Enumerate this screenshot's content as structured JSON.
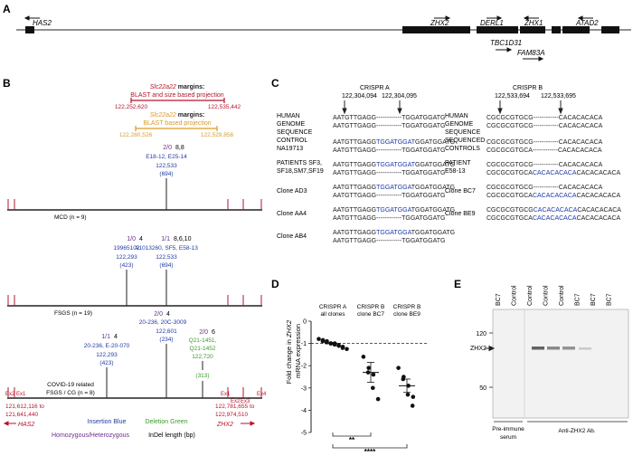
{
  "colors": {
    "red": "#b5152b",
    "orange": "#d99a2b",
    "blue": "#1f3aa6",
    "purple": "#6a2e8f",
    "green": "#3a9a2a",
    "black": "#222222"
  },
  "panelA": {
    "label": "A",
    "genes": [
      "HAS2",
      "ZHX2",
      "DERL1",
      "ZHX1",
      "ATAD2",
      "TBC1D31",
      "FAM83A"
    ]
  },
  "panelB": {
    "label": "B",
    "red_margin_name": "Slc22a22",
    "red_margin_word": " margins:",
    "red_margin_method": "BLAST and size based projection",
    "red_left": "122,252,620",
    "red_right": "122,535,442",
    "orange_margin_name": "Slc22a22",
    "orange_margin_word": " margins:",
    "orange_margin_method": "BLAST based projection",
    "orange_left": "122,280,526",
    "orange_right": "122,529,856",
    "mcd": {
      "label": "MCD (n = 9)",
      "zyg": "2/0",
      "count": "8,8",
      "ids": "E18-12, E25-14",
      "pos": "122,533",
      "len": "(694)"
    },
    "fsgs": {
      "label": "FSGS (n = 19)",
      "m1": {
        "zyg": "1/0",
        "count": "4",
        "ids": "19965102",
        "pos": "122,293",
        "len": "(423)"
      },
      "m2": {
        "zyg": "1/1",
        "count": "8,6,10",
        "ids": "A1013260, SF5, E58-13",
        "pos": "122,533",
        "len": "(694)"
      }
    },
    "covid": {
      "label1": "COVID-19 related",
      "label2": "FSGS / CG (n = 8)",
      "m1": {
        "zyg": "1/1",
        "count": "4",
        "ids": "20-236, E-20-070",
        "pos": "122,293",
        "len": "(423)"
      },
      "m2": {
        "zyg": "2/0",
        "count": "4",
        "ids": "20-236, 20C-3009",
        "pos": "122,601",
        "len": "(234)"
      },
      "m3": {
        "zyg": "2/0",
        "count": "6",
        "ids1": "Q21-1451,",
        "ids2": "Q21-1452",
        "pos": "122,720",
        "len": "(313)"
      },
      "exons_left": [
        "Ex2",
        "Ex1"
      ],
      "exons_right": [
        "Ex1",
        "Ex2",
        "Ex3",
        "Ex4"
      ],
      "coord_ll1": "121,612,116 to",
      "coord_ll2": "121,641,440",
      "coord_rr1": "122,781,655 to",
      "coord_rr2": "122,974,510",
      "gene_left": "HAS2",
      "gene_right": "ZHX2"
    },
    "legend": {
      "insertion": "Insertion Blue",
      "deletion": "Deletion Green",
      "zyg": "Homozygous/Heterozygous",
      "len": "InDel length (bp)"
    }
  },
  "panelC": {
    "label": "C",
    "crisprA": {
      "title": "CRISPR A",
      "pos1": "122,304,094",
      "pos2": "122,304,095",
      "rows": [
        {
          "label": [
            "HUMAN",
            "GENOME",
            "SEQUENCE"
          ],
          "seqs": [
            [
              "AATGTTGAGG",
              "------------",
              "TGGATGGATG"
            ],
            [
              "AATGTTGAGG",
              "------------",
              "TGGATGGATG"
            ]
          ]
        },
        {
          "label": [
            "CONTROL",
            "NA19713"
          ],
          "seqs": [
            [
              "AATGTTGAGG",
              "TGGATGGAT",
              "GGATGGATG"
            ],
            [
              "AATGTTGAGG",
              "------------",
              "TGGATGGATG"
            ]
          ]
        },
        {
          "label": [
            "PATIENTS SF3,",
            "SF18,SM7,SF19"
          ],
          "seqs": [
            [
              "AATGTTGAGG",
              "TGGATGGAT",
              "GGATGGATG"
            ],
            [
              "AATGTTGAGG",
              "------------",
              "TGGATGGATG"
            ]
          ]
        },
        {
          "label": [
            "Clone AD3"
          ],
          "seqs": [
            [
              "AATGTTGAGG",
              "TGGATGGA",
              "TGGATGGATG"
            ],
            [
              "AATGTTGAGG",
              "------------",
              "TGGATGGATG"
            ]
          ]
        },
        {
          "label": [
            "Clone AA4"
          ],
          "seqs": [
            [
              "AATGTTGAGG",
              "TGGATGGA",
              "TGGATGGATG"
            ],
            [
              "AATGTTGAGG",
              "------------",
              "TGGATGGATG"
            ]
          ]
        },
        {
          "label": [
            "Clone AB4"
          ],
          "seqs": [
            [
              "AATGTTGAGG",
              "TGGATGGA",
              "TGGATGGATG"
            ],
            [
              "AATGTTGAGG",
              "------------",
              "TGGATGGATG"
            ]
          ]
        }
      ]
    },
    "crisprB": {
      "title": "CRISPR B",
      "pos1": "122,533,694",
      "pos2": "122,533,695",
      "rows": [
        {
          "label": [
            "HUMAN",
            "GENOME",
            "SEQUENCE"
          ],
          "seqs": [
            [
              "CGCGCGTGCG",
              "------------",
              "CACACACACA"
            ],
            [
              "CGCGCGTGCG",
              "------------",
              "CACACACACA"
            ]
          ]
        },
        {
          "label": [
            "SEQUENCED",
            "CONTROLS"
          ],
          "seqs": [
            [
              "CGCGCGTGCG",
              "------------",
              "CACACACACA"
            ],
            [
              "CGCGCGTGCA",
              "------------",
              "CACACACACA"
            ]
          ]
        },
        {
          "label": [
            "PATIENT",
            "E58-13"
          ],
          "seqs": [
            [
              "CGCGCGTGCG",
              "------------",
              "CACACACACA"
            ],
            [
              "CGCGCGTGCA",
              "CACACACACA",
              "CACACACACA"
            ]
          ]
        },
        {
          "label": [
            "Clone BC7"
          ],
          "seqs": [
            [
              "CGCGCGTGCG",
              "------------",
              "CACACACACA"
            ],
            [
              "CGCGCGTGCA",
              "CACACACACA",
              "CACACACACA"
            ]
          ]
        },
        {
          "label": [
            "Clone BE9"
          ],
          "seqs": [
            [
              "CGCGCGTGCG",
              "CACACACACA",
              "CACACACACA"
            ],
            [
              "CGCGCGTGCA",
              "CACACACACA",
              "CACACACACA"
            ]
          ]
        }
      ]
    }
  },
  "panelD": {
    "label": "D",
    "chart_data": {
      "type": "scatter",
      "ylabel": "Fold change in ZHX2 mRNA expression",
      "ylabel_line1": "Fold change in ",
      "ylabel_gene": "ZHX2",
      "ylabel_line2": "mRNA expression",
      "ylim": [
        -5,
        0
      ],
      "yticks": [
        0,
        -1,
        -2,
        -3,
        -4,
        -5
      ],
      "baseline": -1,
      "categories": [
        [
          "CRISPR A",
          "all clones"
        ],
        [
          "CRISPR B",
          "clone BC7"
        ],
        [
          "CRISPR B",
          "clone BE9"
        ]
      ],
      "series": [
        {
          "values": [
            -0.8,
            -0.85,
            -0.9,
            -0.9,
            -0.95,
            -1.0,
            -1.0,
            -1.0,
            -1.05,
            -1.1,
            -1.1,
            -1.15,
            -1.2,
            -1.25
          ]
        },
        {
          "values": [
            -1.6,
            -2.1,
            -2.3,
            -2.4,
            -3.0,
            -3.5
          ]
        },
        {
          "values": [
            -2.1,
            -2.5,
            -2.6,
            -2.9,
            -3.3,
            -3.4,
            -3.8
          ]
        }
      ],
      "means": [
        -1.0,
        -2.3,
        -2.9
      ],
      "sem": [
        0.05,
        0.45,
        0.3
      ],
      "sig": [
        {
          "from": 0,
          "to": 1,
          "text": "**"
        },
        {
          "from": 0,
          "to": 2,
          "text": "****"
        }
      ]
    }
  },
  "panelE": {
    "label": "E",
    "lanes": [
      "BC7",
      "Control",
      "Control",
      "Control",
      "Control",
      "BC7",
      "BC7",
      "BC7"
    ],
    "markers": [
      "120",
      "50"
    ],
    "band_label": "ZHX2",
    "group1": [
      "Pre-immune",
      "serum"
    ],
    "group2": "Anti-ZHX2 Ab."
  }
}
